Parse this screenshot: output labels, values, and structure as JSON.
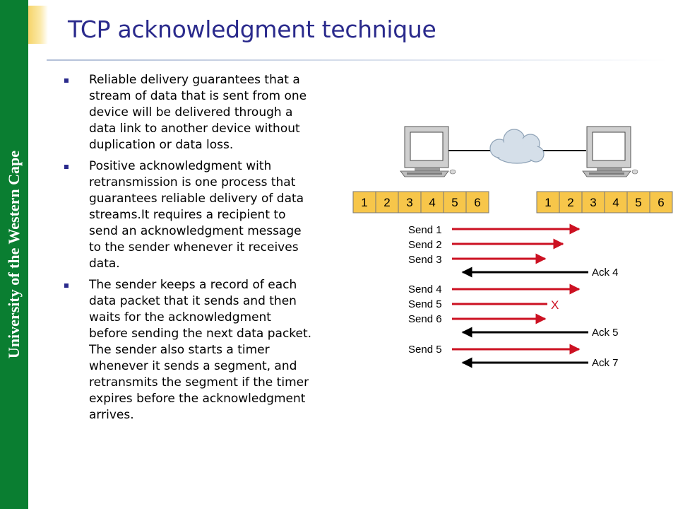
{
  "sidebar": {
    "label": "University of the Western Cape"
  },
  "slide": {
    "title": "TCP acknowledgment technique",
    "bullets": [
      "Reliable delivery guarantees that a stream of data that is sent from one device will be delivered through a data link to another device without duplication or data loss.",
      "Positive acknowledgment with retransmission is one process that guarantees reliable delivery of data streams.It requires a recipient to send an acknowledgment message to the sender whenever it receives data.",
      "The sender keeps a record of each data packet that it sends and then waits for the acknowledgment before sending the next data packet. The sender also starts a timer whenever it sends a segment, and retransmits the segment if the timer expires before the acknowledgment arrives."
    ]
  },
  "diagram": {
    "sender_buffer": [
      "1",
      "2",
      "3",
      "4",
      "5",
      "6"
    ],
    "receiver_buffer": [
      "1",
      "2",
      "3",
      "4",
      "5",
      "6"
    ],
    "sends": [
      "Send 1",
      "Send 2",
      "Send 3",
      "Send 4",
      "Send 5",
      "Send 6",
      "Send 5"
    ],
    "acks": [
      "Ack 4",
      "Ack 5",
      "Ack 7"
    ],
    "lost_marker": "X",
    "colors": {
      "send_arrow": "#cc1122",
      "ack_arrow": "#000000",
      "buffer_fill": "#f7c64a",
      "cloud": "#d5dfe9"
    }
  },
  "colors": {
    "sidebar": "#0a7e31",
    "title": "#2a2a8c",
    "bullet": "#2a2a8c"
  }
}
